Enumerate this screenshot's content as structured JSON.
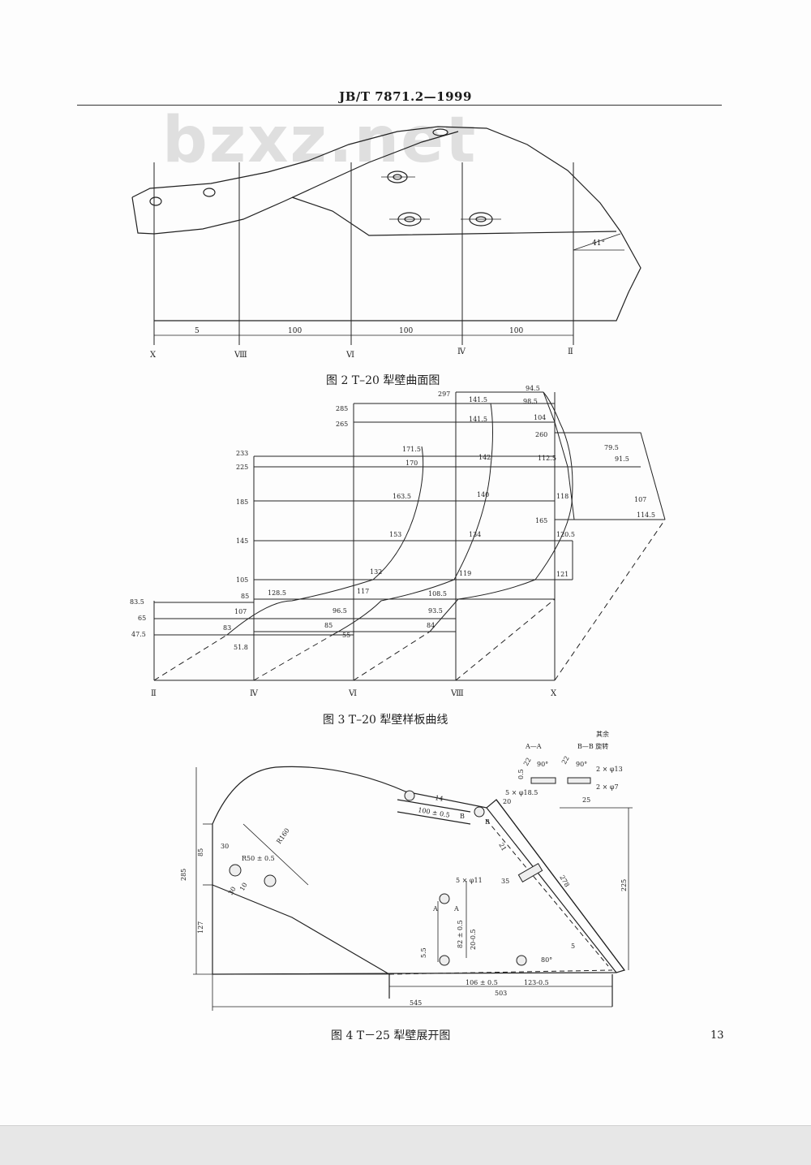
{
  "header": {
    "standard_code": "JB/T  7871.2—1999"
  },
  "watermark": "bzxz.net",
  "figure2": {
    "caption": "图 2   T–20 犁壁曲面图",
    "dims": [
      "5",
      "100",
      "100",
      "100"
    ],
    "angle": "41°",
    "sections": [
      "X",
      "Ⅷ",
      "Ⅵ",
      "Ⅳ",
      "Ⅱ"
    ]
  },
  "figure3": {
    "caption": "图 3   T–20 犁壁样板曲线",
    "left_values": [
      "297",
      "285",
      "265",
      "233",
      "225",
      "185",
      "145",
      "105",
      "85",
      "83.5",
      "65",
      "47.5"
    ],
    "section_labels": [
      "Ⅱ",
      "Ⅳ",
      "Ⅵ",
      "Ⅷ",
      "X"
    ],
    "curve_values": [
      "94.5",
      "141.5",
      "98.5",
      "141.5",
      "104",
      "260",
      "79.5",
      "171.5",
      "170",
      "142",
      "112.5",
      "91.5",
      "163.5",
      "140",
      "118",
      "107",
      "165",
      "114.5",
      "153",
      "134",
      "120.5",
      "132",
      "119",
      "121",
      "128.5",
      "117",
      "108.5",
      "107",
      "96.5",
      "93.5",
      "83",
      "85",
      "84",
      "55",
      "51.8"
    ]
  },
  "figure4": {
    "caption": "图 4   T－25 犁壁展开图",
    "section_aa": "A—A",
    "section_bb": "B—B 旋转",
    "surface_note": "其余",
    "dims": [
      "285",
      "85",
      "127",
      "30",
      "R50 ± 0.5",
      "10",
      "30",
      "R160",
      "100 ± 0.5",
      "B",
      "B",
      "5 × φ18.5",
      "2 × φ13",
      "2 × φ7",
      "0.5",
      "90°",
      "90°",
      "22",
      "22",
      "25",
      "5 × φ11",
      "A",
      "A",
      "35",
      "278",
      "225",
      "5.5",
      "82 ± 0.5",
      "20-0.5",
      "80°",
      "5",
      "106 ± 0.5",
      "123-0.5",
      "503",
      "545",
      "20",
      "21",
      "14"
    ]
  },
  "page_number": "13"
}
